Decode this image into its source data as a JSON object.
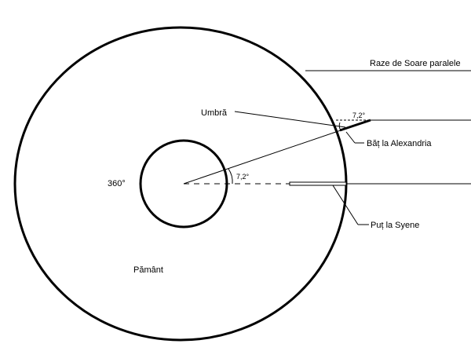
{
  "diagram": {
    "labels": {
      "sun_rays": "Raze de Soare paralele",
      "shadow": "Umbră",
      "stick": "Băț la Alexandria",
      "well": "Puț la Syene",
      "full_circle": "360°",
      "earth": "Pământ",
      "angle_center": "7,2°",
      "angle_stick": "7,2°"
    },
    "colors": {
      "stroke": "#000000",
      "background": "#ffffff"
    }
  }
}
